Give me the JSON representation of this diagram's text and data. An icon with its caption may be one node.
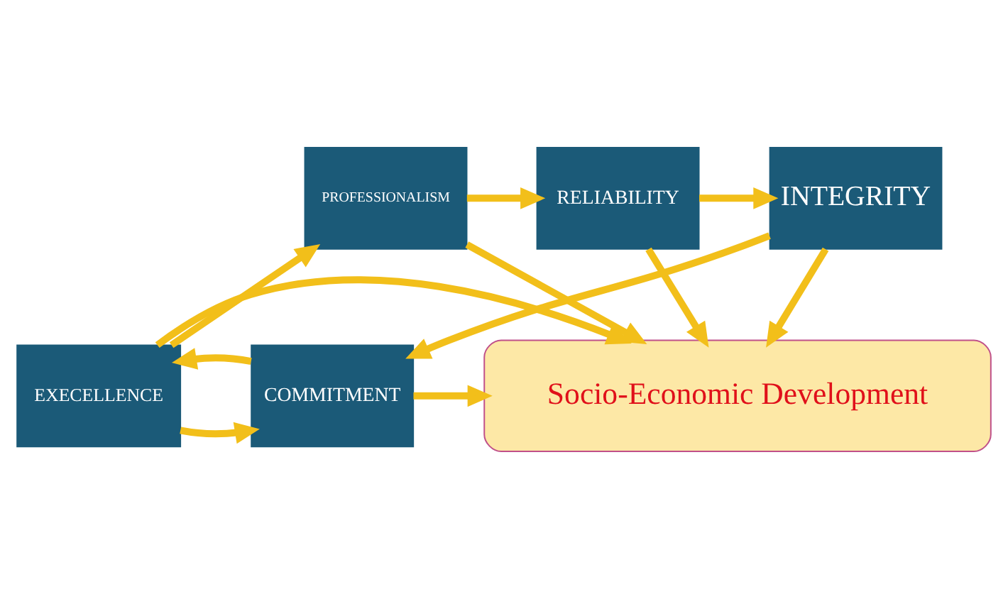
{
  "diagram": {
    "nodes": [
      {
        "text": [
          "PROFESSIONALISM"
        ]
      },
      {
        "text": [
          "RELIABILITY"
        ]
      },
      {
        "text": [
          "INTEGRITY"
        ]
      },
      {
        "text": [
          "EXECELLENCE"
        ]
      },
      {
        "text": [
          "Socio-Economic Development"
        ]
      },
      {
        "text": [
          "COMMITMENT"
        ]
      }
    ],
    "edges": [
      {
        "from": 0,
        "to": 1,
        "arrow": "to"
      },
      {
        "from": 1,
        "to": 2,
        "arrow": "to"
      },
      {
        "from": 0,
        "to": 4,
        "arrow": "to"
      },
      {
        "from": 1,
        "to": 4,
        "arrow": "to"
      },
      {
        "from": 2,
        "to": 4,
        "arrow": "to"
      },
      {
        "from": 2,
        "to": 5,
        "arrow": "to"
      },
      {
        "from": 3,
        "to": 0,
        "arrow": "to"
      },
      {
        "from": 3,
        "to": 4,
        "arrow": "to"
      },
      {
        "from": 5,
        "to": 4,
        "arrow": "to"
      },
      {
        "from": 3,
        "to": 5,
        "arrow": "to"
      },
      {
        "from": 5,
        "to": 3,
        "arrow": "to"
      }
    ]
  }
}
